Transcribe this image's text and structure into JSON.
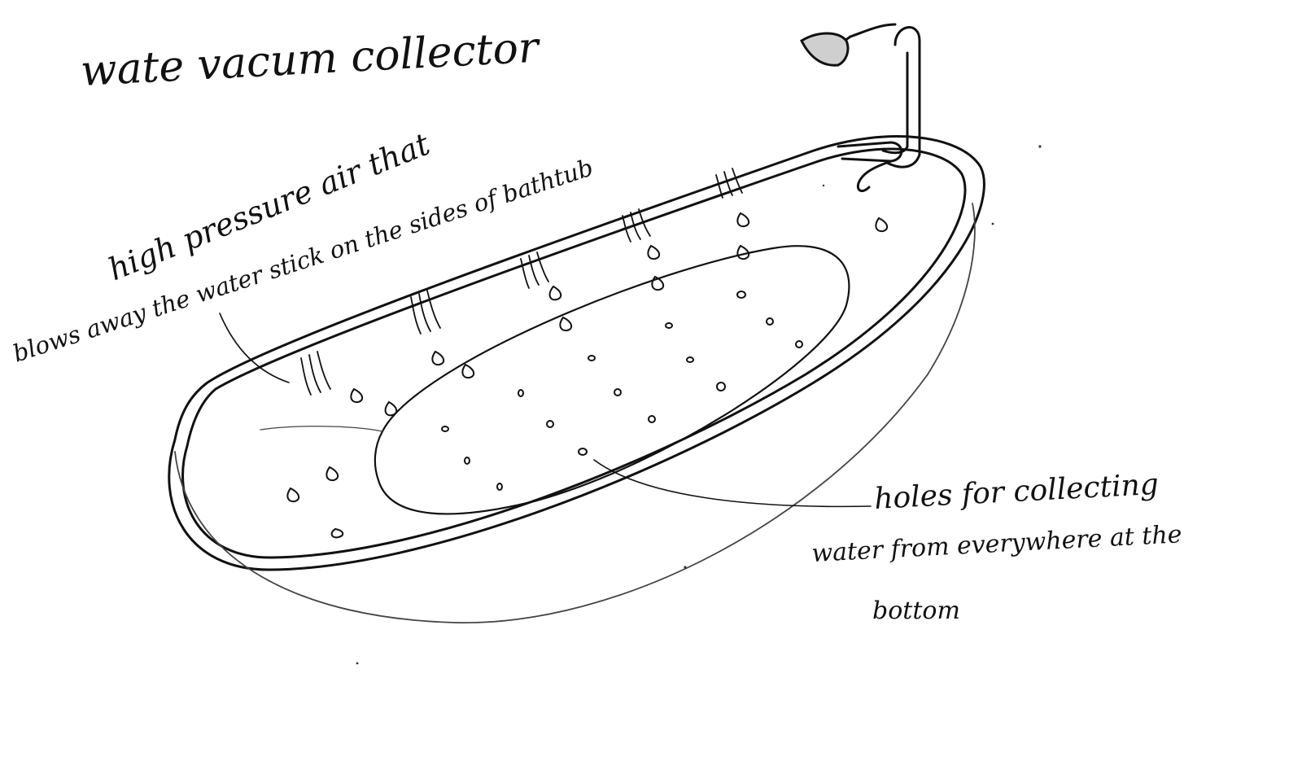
{
  "title": "wate vacum collector",
  "annotations": {
    "air": {
      "line1": "high pressure air that",
      "line2": "blows away the water stick on the sides of bathtub"
    },
    "holes": {
      "line1": "holes for collecting",
      "line2": "water from everywhere at the",
      "line3": "bottom"
    }
  },
  "colors": {
    "ink": "#111111",
    "paper": "#ffffff"
  },
  "icons": {
    "shower": "shower-head-icon",
    "faucet": "faucet-icon"
  }
}
